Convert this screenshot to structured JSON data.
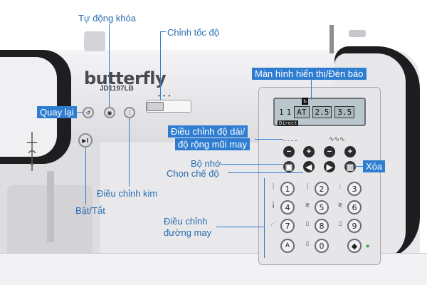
{
  "brand": {
    "name": "butterfly",
    "model": "JD1197LB"
  },
  "labels": {
    "auto_lock": "Tự động khóa",
    "speed": "Chỉnh tốc độ",
    "display": "Màn hình hiển thị/Đèn báo",
    "reverse": "Quay lại",
    "stitch_adjust": "Điều chỉnh độ dài/\nđộ rộng mũi may",
    "stitch_adjust_line1": "Điều chỉnh độ dài/",
    "stitch_adjust_line2": "độ rộng mũi may",
    "memory": "Bộ nhớ",
    "mode": "Chọn chế độ",
    "delete": "Xóa",
    "needle": "Điều chỉnh kim",
    "power": "Bật/Tắt",
    "seam_line1": "Điều chỉnh",
    "seam_line2": "đường may"
  },
  "display": {
    "segment1": "1",
    "segment2": "1",
    "mode": "AT",
    "length": "2.5",
    "width": "3.5",
    "direct": "Direct"
  },
  "keypad": {
    "digits": [
      "1",
      "2",
      "3",
      "4",
      "5",
      "6",
      "7",
      "8",
      "9",
      "A",
      "0"
    ],
    "plus": "+",
    "minus": "−",
    "left": "◀",
    "right": "▶"
  },
  "colors": {
    "accent": "#2f7dd1",
    "label_text": "#2a6db0"
  }
}
